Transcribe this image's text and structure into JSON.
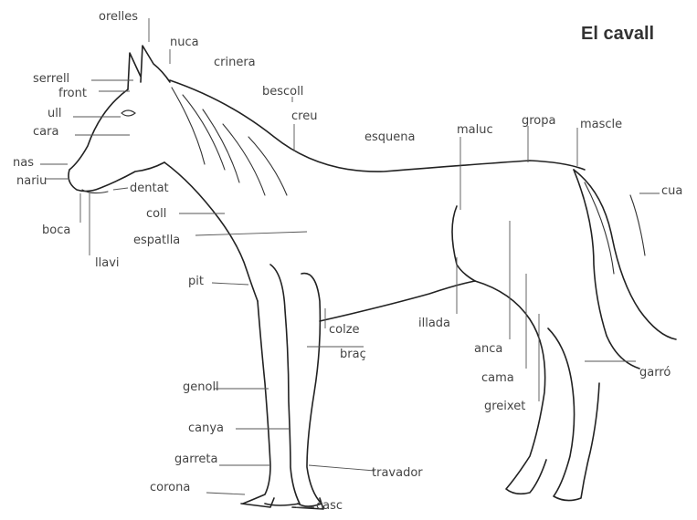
{
  "title": "El cavall",
  "labels": {
    "orelles": "orelles",
    "nuca": "nuca",
    "crinera": "crinera",
    "serrell": "serrell",
    "front": "front",
    "ull": "ull",
    "cara": "cara",
    "bescoll": "bescoll",
    "creu": "creu",
    "esquena": "esquena",
    "maluc": "maluc",
    "gropa": "gropa",
    "mascle": "mascle",
    "nas": "nas",
    "nariu": "nariu",
    "dentat": "dentat",
    "coll": "coll",
    "cua": "cua",
    "boca": "boca",
    "espatlla": "espatlla",
    "llavi": "llavi",
    "pit": "pit",
    "colze": "colze",
    "illada": "illada",
    "brac": "braç",
    "anca": "anca",
    "cama": "cama",
    "garro": "garró",
    "genoll": "genoll",
    "greixet": "greixet",
    "canya": "canya",
    "garreta": "garreta",
    "travador": "travador",
    "corona": "corona",
    "casc": "casc"
  }
}
